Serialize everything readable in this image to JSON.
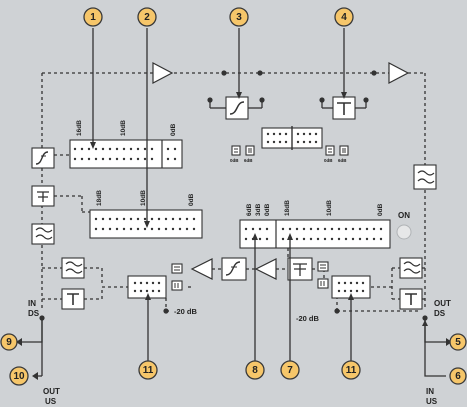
{
  "callouts": {
    "c1": "1",
    "c2": "2",
    "c3": "3",
    "c4": "4",
    "c5": "5",
    "c6": "6",
    "c7": "7",
    "c8": "8",
    "c9": "9",
    "c10": "10",
    "c11a": "11",
    "c11b": "11"
  },
  "attenuator_top": {
    "labels": [
      "16dB",
      "10dB",
      "0dB"
    ]
  },
  "attenuator_mid": {
    "labels": [
      "18dB",
      "10dB",
      "0dB"
    ]
  },
  "attenuator_right": {
    "labels": [
      "6dB",
      "3dB",
      "0dB",
      "18dB",
      "10dB",
      "0dB"
    ]
  },
  "small_switch": {
    "label_a": "0dB",
    "label_b": "6dB",
    "label_c": "0dB",
    "label_d": "6dB"
  },
  "status": {
    "on_label": "ON"
  },
  "ports": {
    "in_ds": "IN",
    "in_ds_sub": "DS",
    "out_us": "OUT",
    "out_us_sub": "US",
    "out_ds": "OUT",
    "out_ds_sub": "DS",
    "in_us": "IN",
    "in_us_sub": "US"
  },
  "testpoints": {
    "left": "-20 dB",
    "right": "-20 dB"
  },
  "colors": {
    "background": "#cfd2d5",
    "callout_fill": "#f6c66a",
    "line": "#333333"
  }
}
